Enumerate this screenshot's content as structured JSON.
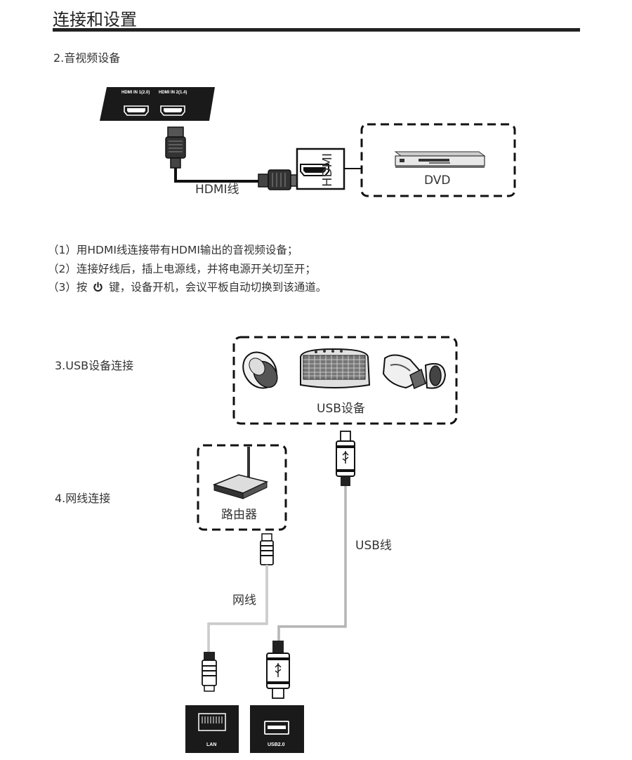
{
  "page": {
    "title": "连接和设置"
  },
  "av_section": {
    "heading": "2.音视频设备",
    "panel_port1": "HDMI IN 1(2.0)",
    "panel_port2": "HDMI IN 2(1.4)",
    "cable_label": "HDMI线",
    "dvd_port_label": "HDMI",
    "device_label": "DVD",
    "steps": [
      "（1）用HDMI线连接带有HDMI输出的音视频设备；",
      "（2）连接好线后，插上电源线，并将电源开关切至开；",
      "（3）按",
      "键，设备开机，会议平板自动切换到该通道。"
    ],
    "power_icon": "power-icon"
  },
  "usb_section": {
    "heading": "3.USB设备连接",
    "devices_label": "USB设备",
    "cable_label": "USB线",
    "port_label": "USB2.0",
    "devices": [
      "mouse-icon",
      "keyboard-icon",
      "usb-dongle-icon"
    ]
  },
  "net_section": {
    "heading": "4.网线连接",
    "router_label": "路由器",
    "cable_label": "网线",
    "port_label": "LAN"
  }
}
